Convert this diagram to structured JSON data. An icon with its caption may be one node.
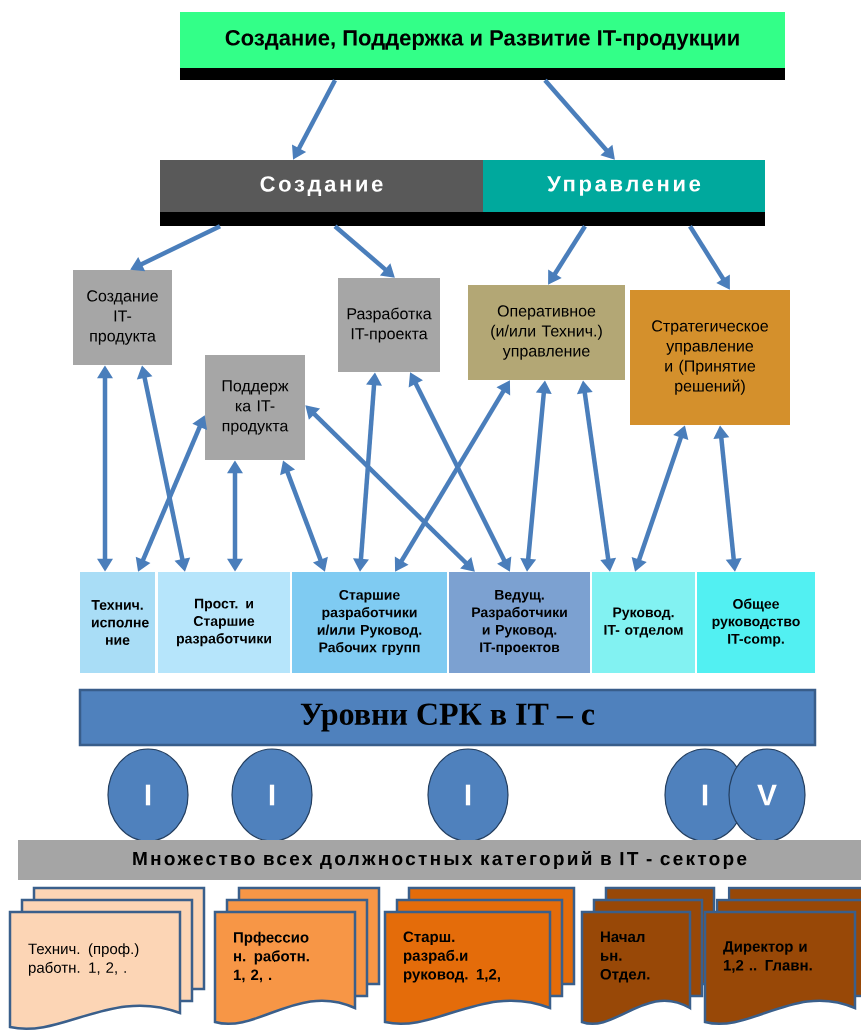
{
  "diagram": {
    "nodes": [
      {
        "text": [
          "Создание, Поддержка и Развитие IT-продукции"
        ]
      },
      {
        "text": [
          "Создание"
        ]
      },
      {
        "text": [
          "Управление"
        ]
      },
      {
        "text": [
          "Создание IT- продукта"
        ]
      },
      {
        "text": [
          "Поддерж ка IT- продукта"
        ]
      },
      {
        "text": [
          "Разработка IT-проекта"
        ]
      },
      {
        "text": [
          "Оперативное (и/или Технич.) управление"
        ]
      },
      {
        "text": [
          "Стратегическое управление и (Принятие решений)"
        ]
      },
      {
        "text": [
          "Технич. исполне ние"
        ]
      },
      {
        "text": [
          "Прост. и Старшие разработчики"
        ]
      },
      {
        "text": [
          "Старшие разработчики и/или Руковод. Рабочих групп"
        ]
      },
      {
        "text": [
          "Ведущ. Разработчики и Руковод. IT-проектов"
        ]
      },
      {
        "text": [
          "Руковод. IT- отделом"
        ]
      },
      {
        "text": [
          "Общее руководство IT-comp."
        ]
      },
      {
        "text": [
          "Уровни СРК в IT – с"
        ]
      },
      {
        "text": [
          "I"
        ]
      },
      {
        "text": [
          "I"
        ]
      },
      {
        "text": [
          "I"
        ]
      },
      {
        "text": [
          "I"
        ]
      },
      {
        "text": [
          "V"
        ]
      },
      {
        "text": [
          "Множество всех должностных категорий в IT - секторе"
        ]
      },
      {
        "text": [
          "Технич. (проф.) работн. 1, 2, ."
        ]
      },
      {
        "text": [
          "Прфессио н. работн. 1, 2, ."
        ]
      },
      {
        "text": [
          "Старш. разраб.и руковод. 1,2,"
        ]
      },
      {
        "text": [
          "Начал ьн. Отдел."
        ]
      },
      {
        "text": [
          "Директор и 1,2 .. Главн."
        ]
      }
    ],
    "edges": [
      {
        "from": 0,
        "to": 1,
        "arrow": "to"
      },
      {
        "from": 0,
        "to": 2,
        "arrow": "to"
      },
      {
        "from": 1,
        "to": 3,
        "arrow": "to"
      },
      {
        "from": 1,
        "to": 5,
        "arrow": "to"
      },
      {
        "from": 2,
        "to": 6,
        "arrow": "to"
      },
      {
        "from": 2,
        "to": 7,
        "arrow": "to"
      },
      {
        "from": 3,
        "to": 8,
        "arrow": "both"
      },
      {
        "from": 3,
        "to": 9,
        "arrow": "both"
      },
      {
        "from": 4,
        "to": 8,
        "arrow": "both"
      },
      {
        "from": 4,
        "to": 9,
        "arrow": "both"
      },
      {
        "from": 4,
        "to": 10,
        "arrow": "both"
      },
      {
        "from": 4,
        "to": 11,
        "arrow": "both"
      },
      {
        "from": 5,
        "to": 10,
        "arrow": "both"
      },
      {
        "from": 5,
        "to": 11,
        "arrow": "both"
      },
      {
        "from": 6,
        "to": 10,
        "arrow": "both"
      },
      {
        "from": 6,
        "to": 11,
        "arrow": "both"
      },
      {
        "from": 6,
        "to": 12,
        "arrow": "both"
      },
      {
        "from": 7,
        "to": 12,
        "arrow": "both"
      },
      {
        "from": 7,
        "to": 13,
        "arrow": "both"
      }
    ]
  }
}
